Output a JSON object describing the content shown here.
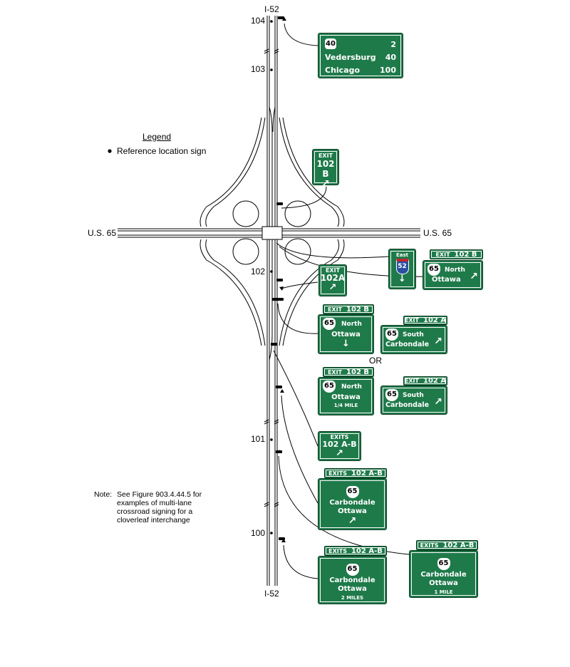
{
  "routes": {
    "interstate_top": "I-52",
    "interstate_bottom": "I-52",
    "us_left": "U.S. 65",
    "us_right": "U.S. 65"
  },
  "mileposts": [
    "104",
    "103",
    "102",
    "101",
    "100"
  ],
  "legend": {
    "title": "Legend",
    "item": "Reference location sign"
  },
  "note": {
    "label": "Note:",
    "lines": [
      "See Figure 903.4.44.5 for",
      "examples of multi-lane",
      "crossroad signing for a",
      "cloverleaf interchange"
    ]
  },
  "or_label": "OR",
  "signs": {
    "distance": {
      "shield": "40",
      "route_dist": "2",
      "line2": "Vedersburg",
      "line2_dist": "40",
      "line3": "Chicago",
      "line3_dist": "100"
    },
    "exit_102b": {
      "word": "EXIT",
      "num": "102 B",
      "arrow": "↗"
    },
    "exit_102a": {
      "word": "EXIT",
      "num": "102A",
      "arrow": "↗"
    },
    "i52_east": {
      "dir": "East",
      "shield": "52",
      "arrow": "↓"
    },
    "ovh1_right": {
      "tab_word": "EXIT",
      "tab_num": "102 B",
      "shield": "65",
      "dir": "North",
      "dest": "Ottawa",
      "arrow": "↗"
    },
    "ovh2_left": {
      "tab_word": "EXIT",
      "tab_num": "102 B",
      "shield": "65",
      "dir": "North",
      "dest": "Ottawa",
      "arrow": "↓"
    },
    "ovh2_right": {
      "tab_word": "EXIT",
      "tab_num": "102 A",
      "shield": "65",
      "dir": "South",
      "dest": "Carbondale",
      "arrow": "↗"
    },
    "ovh3_left": {
      "tab_word": "EXIT",
      "tab_num": "102 B",
      "shield": "65",
      "dir": "North",
      "dest": "Ottawa",
      "dist": "1/4 MILE"
    },
    "ovh3_right": {
      "tab_word": "EXIT",
      "tab_num": "102 A",
      "shield": "65",
      "dir": "South",
      "dest": "Carbondale",
      "arrow": "↗"
    },
    "exits_gore": {
      "word": "EXITS",
      "num": "102 A-B",
      "arrow": "↗"
    },
    "adv_0": {
      "tab_word": "EXITS",
      "tab_num": "102 A-B",
      "shield": "65",
      "dest1": "Carbondale",
      "dest2": "Ottawa",
      "arrow": "↗"
    },
    "adv_1": {
      "tab_word": "EXITS",
      "tab_num": "102 A-B",
      "shield": "65",
      "dest1": "Carbondale",
      "dest2": "Ottawa",
      "dist": "1 MILE"
    },
    "adv_2": {
      "tab_word": "EXITS",
      "tab_num": "102 A-B",
      "shield": "65",
      "dest1": "Carbondale",
      "dest2": "Ottawa",
      "dist": "2 MILES"
    }
  }
}
